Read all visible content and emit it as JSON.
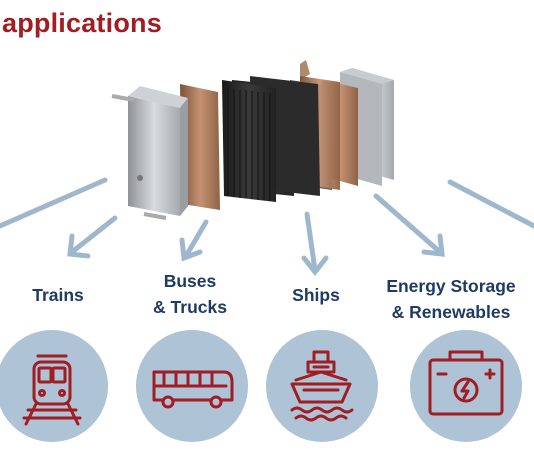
{
  "title": "applications",
  "applications": [
    {
      "lines": [
        "Trains"
      ],
      "icon": "train-icon"
    },
    {
      "lines": [
        "Buses",
        "& Trucks"
      ],
      "icon": "bus-icon"
    },
    {
      "lines": [
        "Ships"
      ],
      "icon": "ship-icon"
    },
    {
      "lines": [
        "Energy Storage",
        "& Renewables"
      ],
      "icon": "battery-icon"
    }
  ],
  "colors": {
    "title": "#a01d22",
    "label": "#1f3b63",
    "circle": "#afc3d6",
    "icon": "#a01d22",
    "arrow": "#9fb7cc"
  }
}
